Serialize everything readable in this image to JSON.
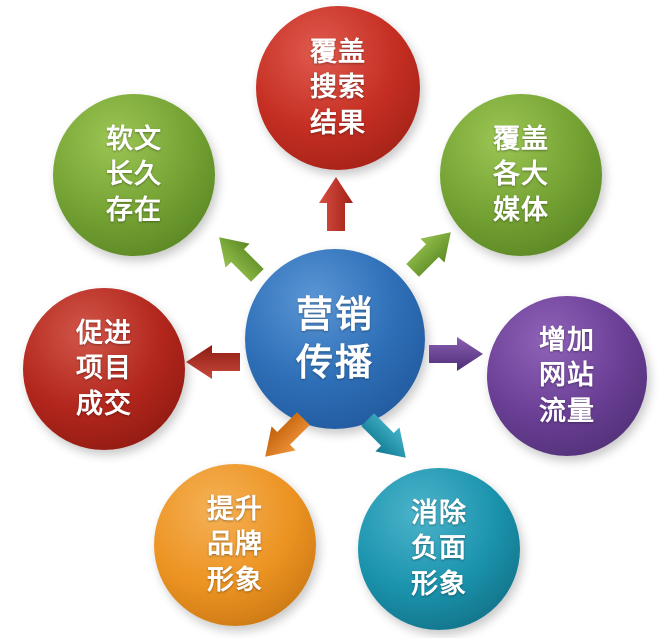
{
  "diagram_title": "营销传播",
  "center": {
    "lines": [
      "营销",
      "传播"
    ],
    "color": "#2e6fb7"
  },
  "nodes": [
    {
      "key": "top",
      "lines": [
        "覆盖",
        "搜索",
        "结果"
      ],
      "color": "#c52e22",
      "arrow": "up"
    },
    {
      "key": "top-right",
      "lines": [
        "覆盖",
        "各大",
        "媒体"
      ],
      "color": "#74a233",
      "arrow": "up-right"
    },
    {
      "key": "right",
      "lines": [
        "增加",
        "网站",
        "流量"
      ],
      "color": "#6a3f95",
      "arrow": "right"
    },
    {
      "key": "bottom-right",
      "lines": [
        "消除",
        "负面",
        "形象"
      ],
      "color": "#1b93ad",
      "arrow": "down-right"
    },
    {
      "key": "bottom-left",
      "lines": [
        "提升",
        "品牌",
        "形象"
      ],
      "color": "#ec9322",
      "arrow": "down-left"
    },
    {
      "key": "left",
      "lines": [
        "促进",
        "项目",
        "成交"
      ],
      "color": "#b2261c",
      "arrow": "left"
    },
    {
      "key": "top-left",
      "lines": [
        "软文",
        "长久",
        "存在"
      ],
      "color": "#74a233",
      "arrow": "up-left"
    }
  ]
}
